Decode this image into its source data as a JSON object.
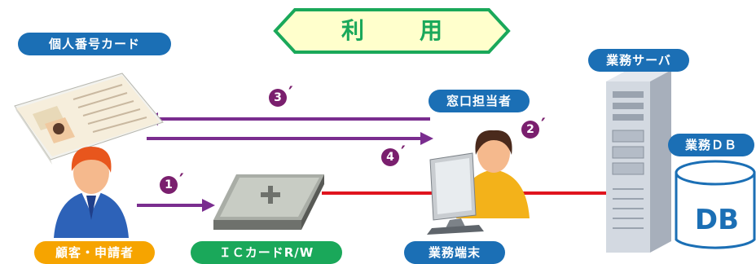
{
  "title": "利　用",
  "labels": {
    "card": "個人番号カード",
    "window_staff": "窓口担当者",
    "server": "業務サーバ",
    "database": "業務ＤＢ",
    "customer": "顧客・申請者",
    "reader": "ＩＣカードR/W",
    "terminal": "業務端末"
  },
  "db_text": "DB",
  "steps": {
    "s1": "1",
    "s2": "2",
    "s3": "3",
    "s4": "4",
    "prime": "′"
  },
  "colors": {
    "title_green": "#1aa85a",
    "label_blue": "#1b6fb5",
    "label_orange": "#f6a400",
    "arrow_purple": "#7a2d8f",
    "line_red": "#e0141e",
    "step_maroon": "#7a1f6e"
  },
  "icons": [
    "id-card-icon",
    "person-icon",
    "card-reader-icon",
    "staff-at-terminal-icon",
    "server-tower-icon",
    "database-cylinder-icon"
  ]
}
